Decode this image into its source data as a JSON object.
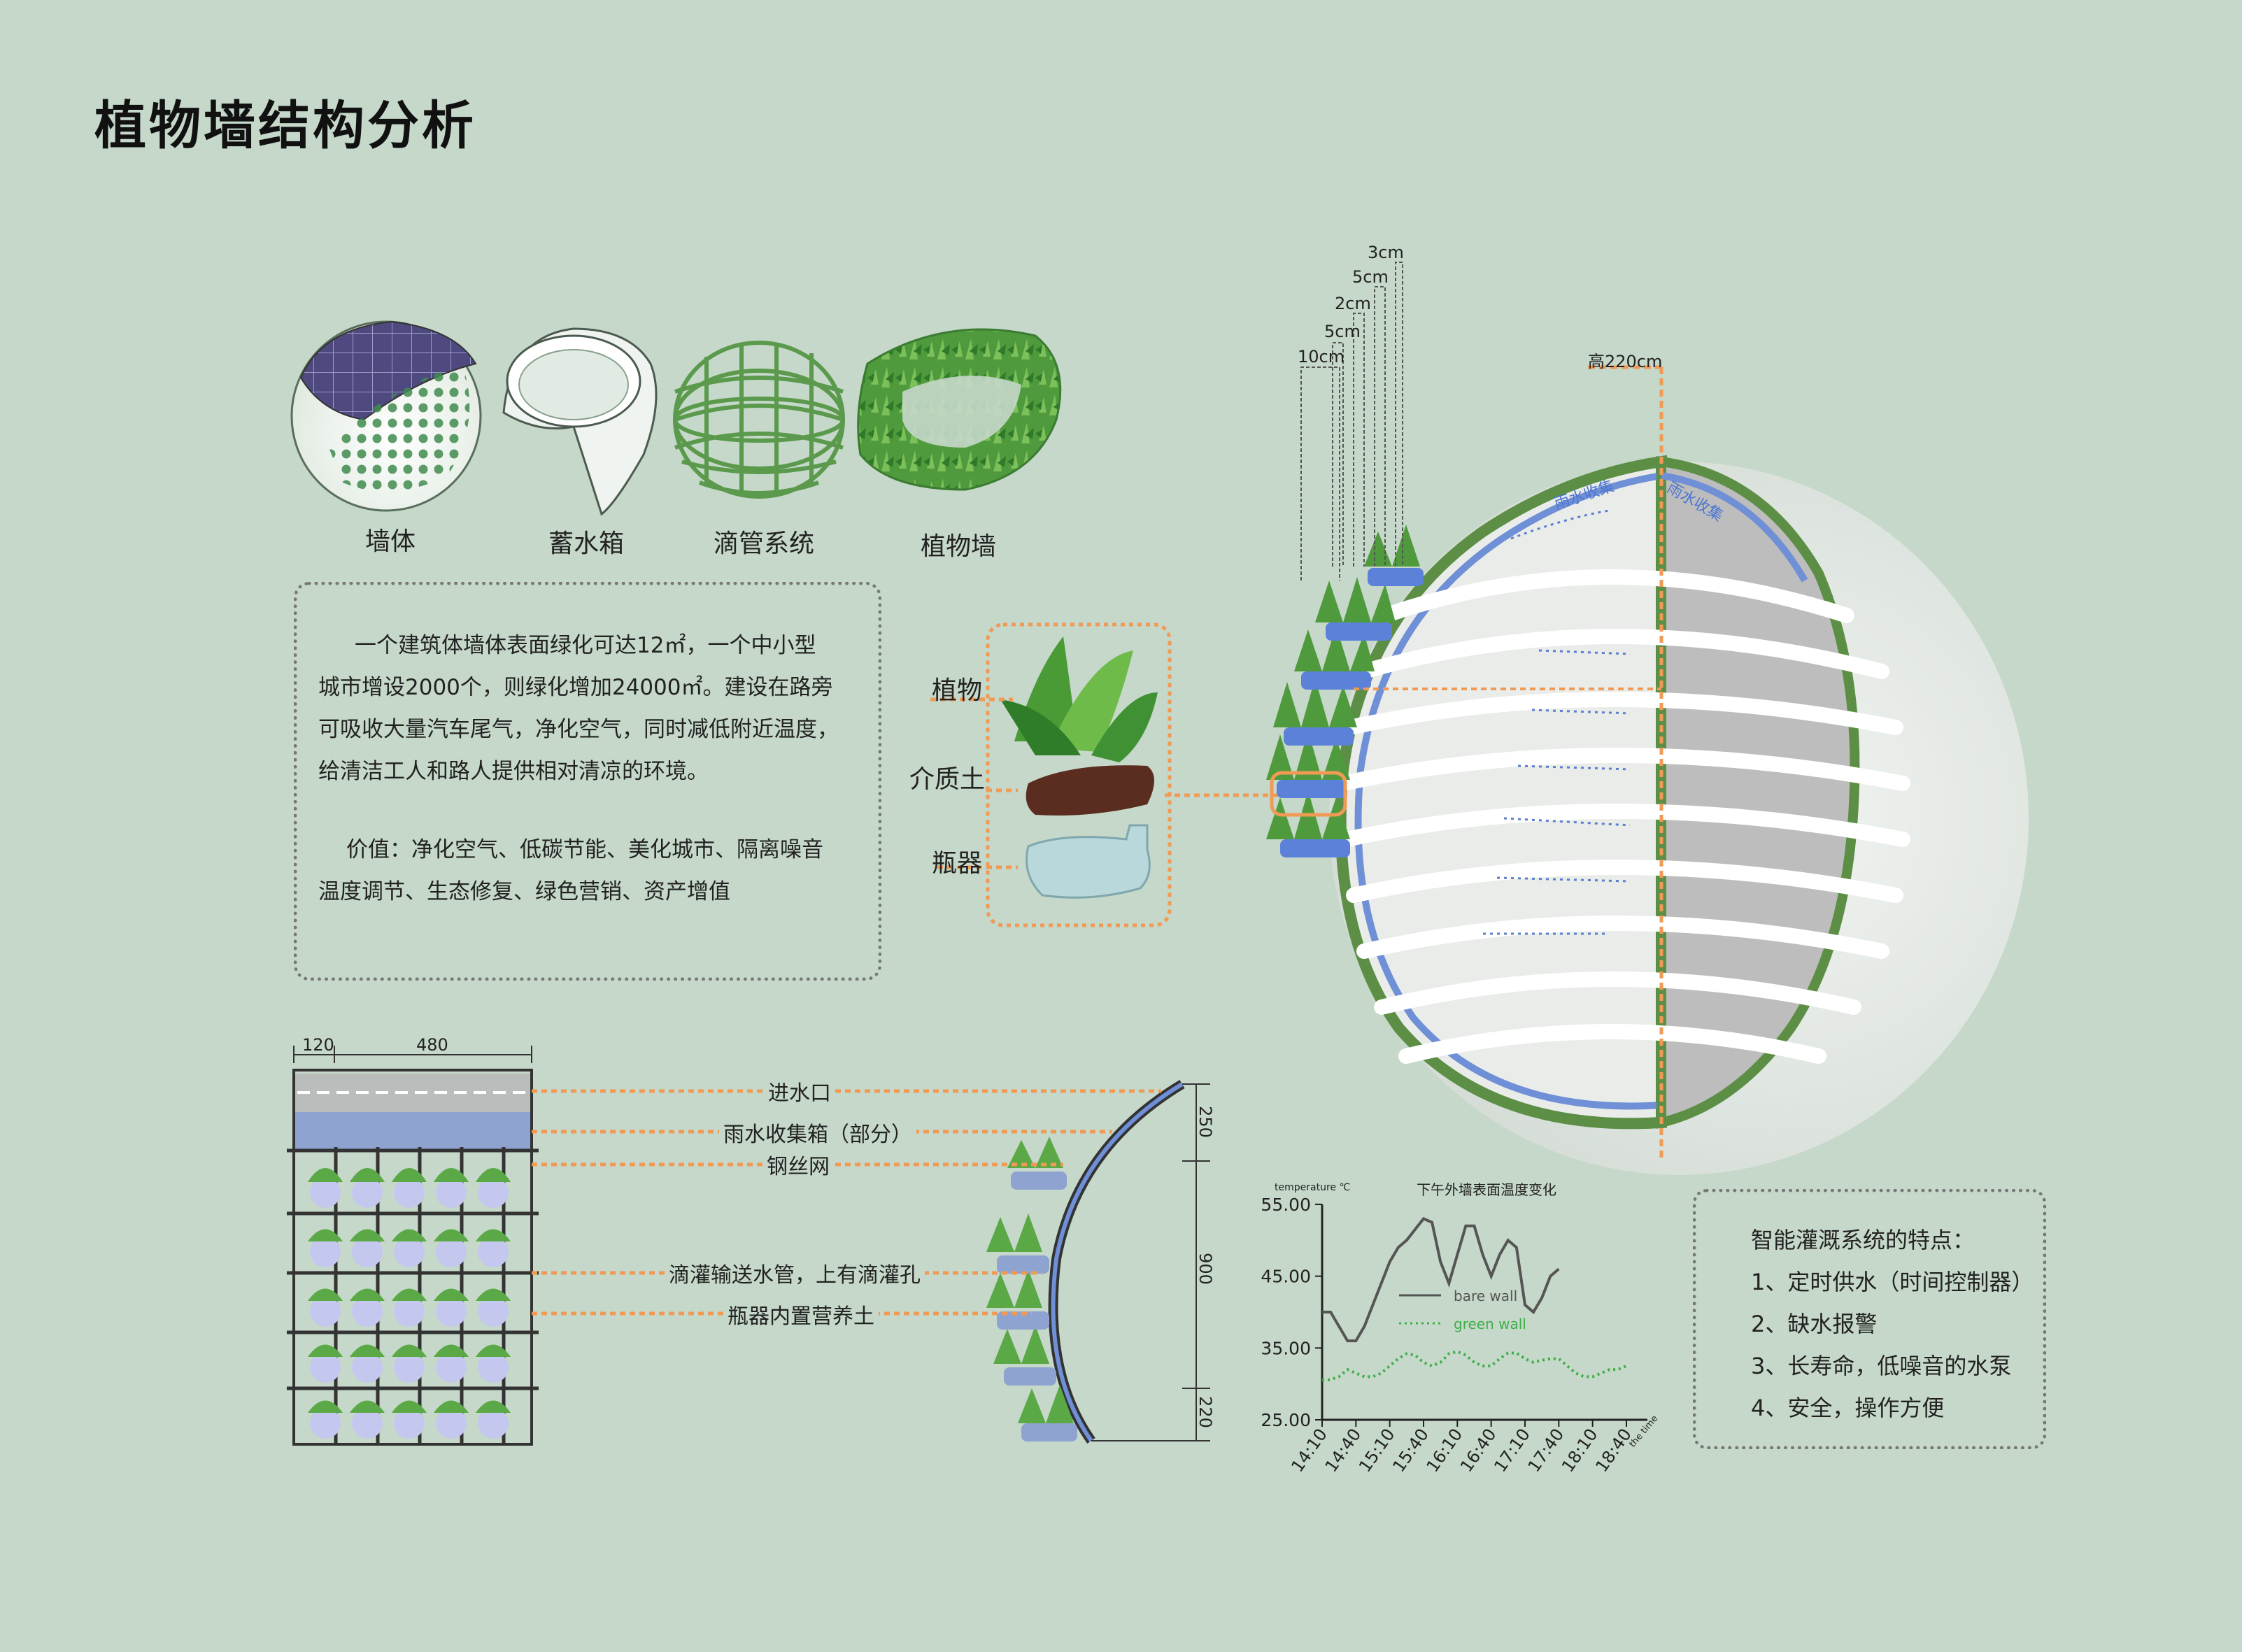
{
  "title": "植物墙结构分析",
  "components": [
    {
      "label": "墙体"
    },
    {
      "label": "蓄水箱"
    },
    {
      "label": "滴管系统"
    },
    {
      "label": "植物墙"
    }
  ],
  "description": {
    "p1_lines": [
      "一个建筑体墙体表面绿化可达12㎡，一个中小型",
      "城市增设2000个，则绿化增加24000㎡。建设在路旁",
      "可吸收大量汽车尾气，净化空气，同时减低附近温度，",
      "给清洁工人和路人提供相对清凉的环境。"
    ],
    "p2_lines": [
      "价值：净化空气、低碳节能、美化城市、隔离噪音",
      "温度调节、生态修复、绿色营销、资产增值"
    ]
  },
  "unit_layers": [
    "植物",
    "介质土",
    "瓶器"
  ],
  "layer_dimensions": [
    "3cm",
    "5cm",
    "2cm",
    "5cm",
    "10cm"
  ],
  "height_label": "高220cm",
  "sphere_labels": [
    "雨水收集",
    "雨水收集"
  ],
  "section_dims": {
    "top": [
      "120",
      "480"
    ],
    "side": [
      "250",
      "900",
      "220"
    ]
  },
  "section_annotations": [
    "进水口",
    "雨水收集箱（部分）",
    "钢丝网",
    "滴灌输送水管，上有滴灌孔",
    "瓶器内置营养土"
  ],
  "features": {
    "title": "智能灌溉系统的特点：",
    "items": [
      "1、定时供水（时间控制器）",
      "2、缺水报警",
      "3、长寿命，低噪音的水泵",
      "4、安全，操作方便"
    ]
  },
  "chart_data": {
    "type": "line",
    "title": "下午外墙表面温度变化",
    "ylabel": "temperature ℃",
    "xlabel": "the time",
    "categories": [
      "14:10",
      "14:40",
      "15:10",
      "15:40",
      "16:10",
      "16:40",
      "17:10",
      "17:40",
      "18:10",
      "18:40"
    ],
    "x": [
      0,
      0.25,
      0.5,
      0.75,
      1,
      1.25,
      1.5,
      1.75,
      2,
      2.25,
      2.5,
      2.75,
      3,
      3.25,
      3.5,
      3.75,
      4,
      4.25,
      4.5,
      4.75,
      5,
      5.25,
      5.5,
      5.75,
      6,
      6.25,
      6.5,
      6.75,
      7,
      7.25,
      7.5,
      7.75,
      8,
      8.25,
      8.5,
      8.75,
      9
    ],
    "ylim": [
      25,
      55
    ],
    "yticks": [
      "25.00",
      "35.00",
      "45.00",
      "55.00"
    ],
    "series": [
      {
        "name": "bare wall",
        "color": "#555555",
        "style": "solid",
        "values": [
          40,
          40,
          38,
          36,
          36,
          38,
          41,
          44,
          47,
          49,
          50,
          51.5,
          53,
          52.5,
          47,
          44,
          48,
          52,
          52,
          48,
          45,
          48,
          50,
          49,
          41,
          40,
          42,
          45,
          46
        ]
      },
      {
        "name": "green wall",
        "color": "#3fae49",
        "style": "dotted",
        "values": [
          30.5,
          30.6,
          31,
          32,
          31.5,
          31,
          31,
          31.5,
          32.5,
          33.5,
          34.2,
          34,
          33,
          32.5,
          33,
          34.2,
          34.5,
          34,
          33,
          32.5,
          32.5,
          33.5,
          34.3,
          34.3,
          33.5,
          33,
          33.3,
          33.5,
          33.5,
          32.5,
          31.5,
          31,
          31,
          31.5,
          32,
          32,
          32.5
        ]
      }
    ]
  },
  "colors": {
    "background": "#c5d8c9",
    "accent": "#f09a55",
    "plant": "#4f9a3c",
    "pipe": "#ffffff",
    "water": "#6f8fd6"
  }
}
